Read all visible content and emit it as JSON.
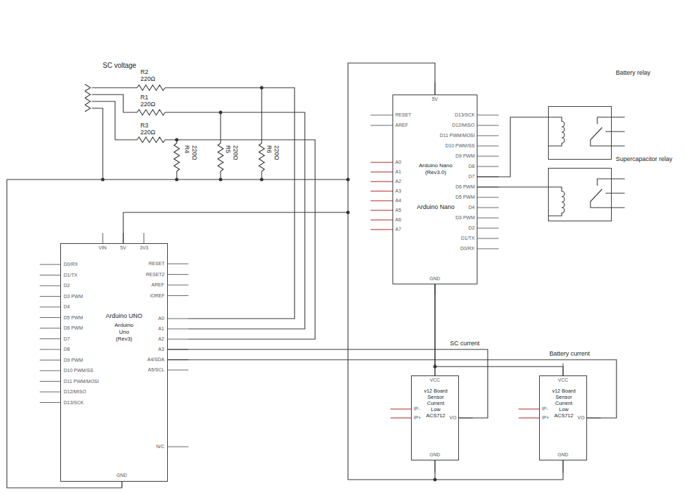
{
  "diagram": {
    "nodes": [
      {
        "text": [
          "Arduino Nano (Rev3.0)",
          "Arduino Nano"
        ]
      },
      {
        "text": [
          "Battery relay"
        ]
      },
      {
        "text": [
          "Supercapacitor relay"
        ]
      },
      {
        "text": [
          "Arduino UNO",
          "Arduino Uno (Rev3)"
        ]
      },
      {
        "text": [
          "v12 Board Sensor Current Low ACS712"
        ]
      },
      {
        "text": [
          "v12 Board Sensor Current Low ACS712"
        ]
      }
    ],
    "edges": [
      {
        "from": 0,
        "to": 1,
        "arrow": "none"
      },
      {
        "from": 0,
        "to": 2,
        "arrow": "none"
      },
      {
        "from": 3,
        "to": 4,
        "label": "SC current",
        "arrow": "none"
      },
      {
        "from": 3,
        "to": 5,
        "label": "Battery current",
        "arrow": "none"
      },
      {
        "from": 0,
        "to": 4,
        "arrow": "none"
      },
      {
        "from": 0,
        "to": 5,
        "arrow": "none"
      },
      {
        "from": 4,
        "to": 5,
        "arrow": "none"
      },
      {
        "from": 3,
        "to": 0,
        "arrow": "none"
      }
    ],
    "labels": [
      "SC voltage",
      "R2",
      "220Ω",
      "R1",
      "220Ω",
      "R3",
      "220Ω",
      "R4",
      "220Ω",
      "R5",
      "220Ω",
      "R6",
      "220Ω",
      "RESET",
      "AREF",
      "A0",
      "A1",
      "A2",
      "A3",
      "A4",
      "A5",
      "A6",
      "A7",
      "D13/SCK",
      "D12/MISO",
      "D11 PWM/MOSI",
      "D10 PWM/SS",
      "D9 PWM",
      "D8",
      "D7",
      "D6 PWM",
      "D5 PWM",
      "D4",
      "D3 PWM",
      "D2",
      "D1/TX",
      "D0/RX",
      "5V",
      "GND",
      "D0/RX",
      "D1/TX",
      "D2",
      "D3 PWM",
      "D4",
      "D5 PWM",
      "D6 PWM",
      "D7",
      "D8",
      "D9 PWM",
      "D10 PWM/SS",
      "D11 PWM/MOSI",
      "D12/MISO",
      "D13/SCK",
      "RESET",
      "RESET2",
      "AREF",
      "IOREF",
      "A0",
      "A1",
      "A2",
      "A3",
      "A4/SDA",
      "A5/SCL",
      "N/C",
      "VIN",
      "5V",
      "3V3",
      "GND",
      "VCC",
      "IP-",
      "IP+",
      "VO",
      "GND",
      "VCC",
      "IP-",
      "IP+",
      "VO",
      "GND"
    ]
  }
}
